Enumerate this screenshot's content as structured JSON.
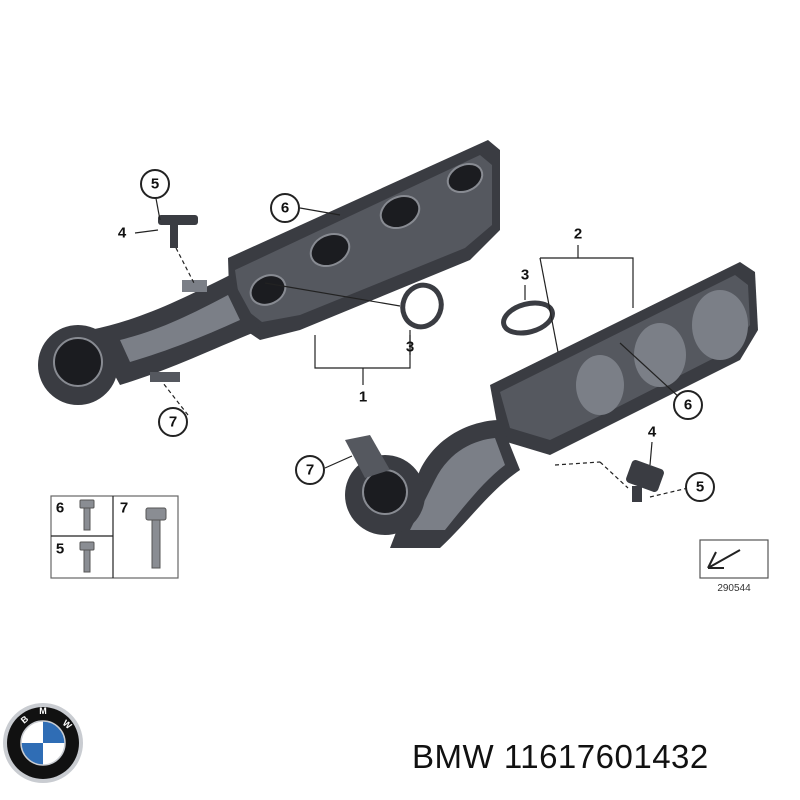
{
  "callouts": {
    "left_5": "5",
    "left_4": "4",
    "left_6": "6",
    "left_3": "3",
    "left_1": "1",
    "left_7": "7",
    "right_2": "2",
    "right_3": "3",
    "right_6": "6",
    "right_4": "4",
    "right_5": "5",
    "right_7": "7"
  },
  "kit": {
    "label_6": "6",
    "label_7": "7",
    "label_5": "5"
  },
  "reference_number": "290544",
  "caption": "BMW 11617601432",
  "logo": {
    "brand": "BMW",
    "colors": {
      "blue": "#2f6db5",
      "ring": "#111111",
      "chrome": "#c9ccd1"
    }
  }
}
